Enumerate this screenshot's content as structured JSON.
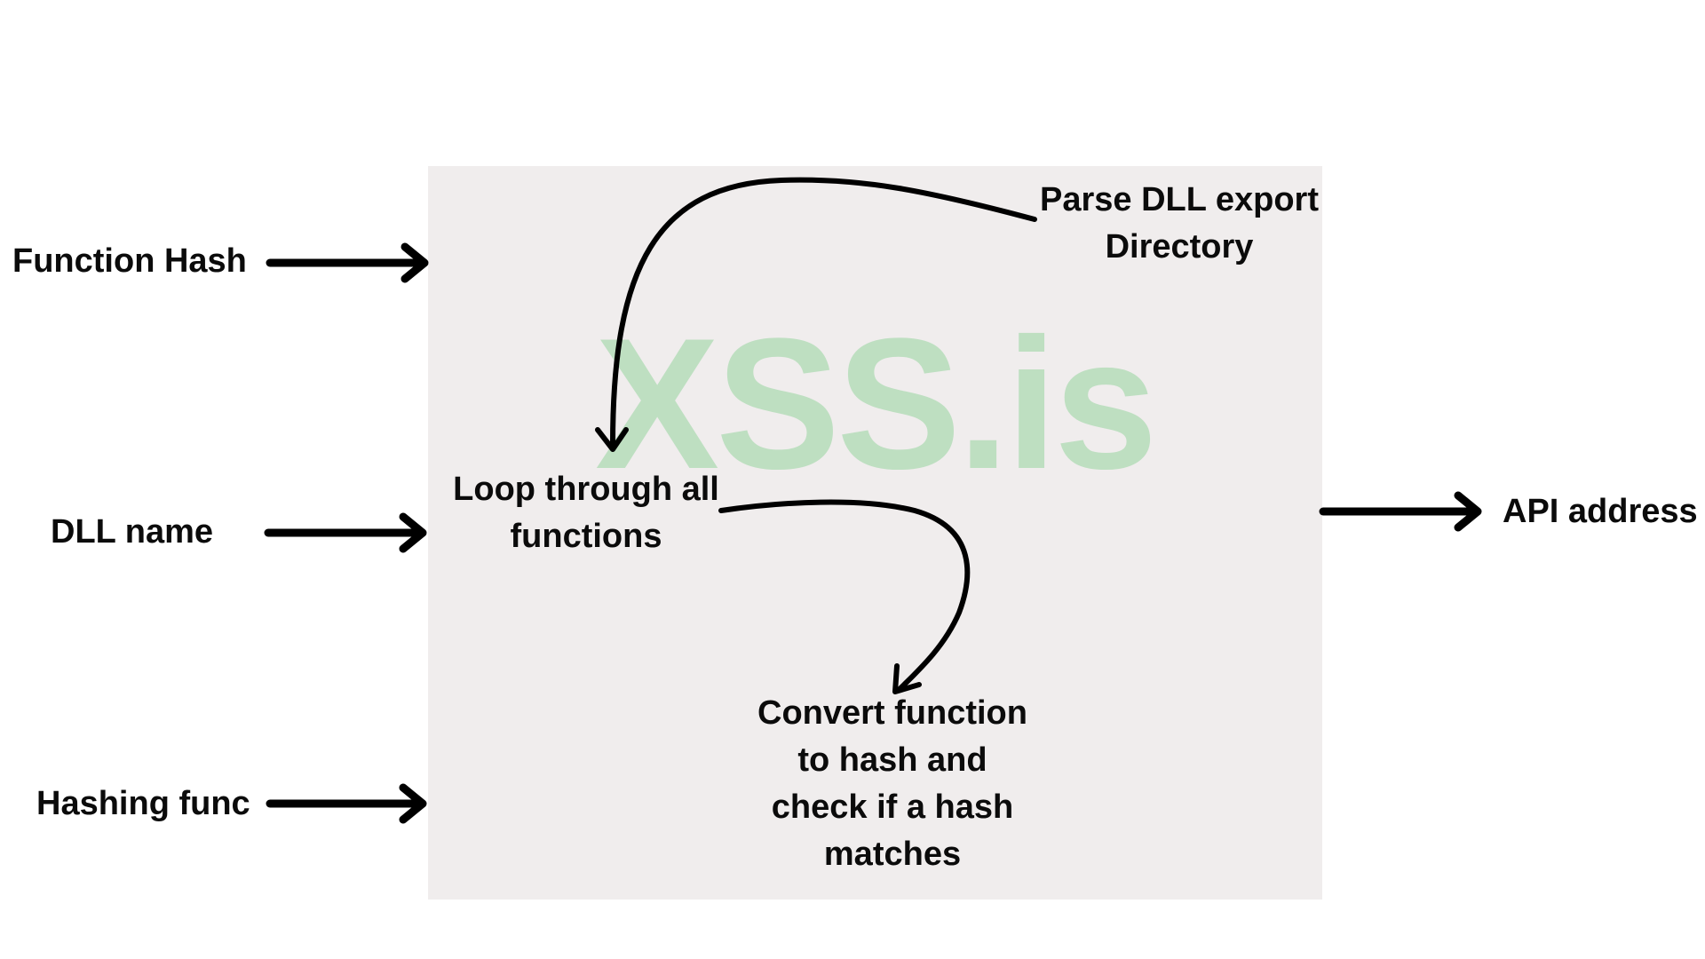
{
  "inputs": {
    "function_hash": "Function Hash",
    "dll_name": "DLL name",
    "hashing_func": "Hashing func"
  },
  "output": {
    "api_address": "API address"
  },
  "steps": {
    "parse_line1": "Parse DLL export",
    "parse_line2": "Directory",
    "loop_line1": "Loop through all",
    "loop_line2": "functions",
    "convert_line1": "Convert function",
    "convert_line2": "to hash and",
    "convert_line3": "check if a hash",
    "convert_line4": "matches"
  },
  "watermark": "XSS.is",
  "colors": {
    "box_background": "#f0eded",
    "arrow": "#000000",
    "watermark": "#8cd296"
  }
}
